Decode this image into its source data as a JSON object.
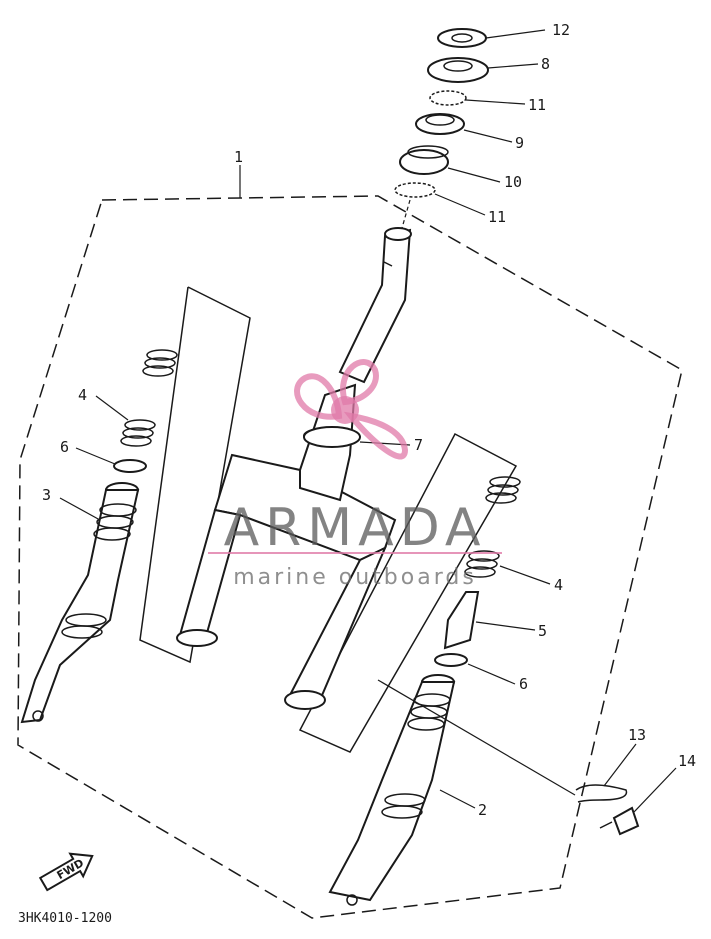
{
  "diagram": {
    "callouts": [
      {
        "id": "c12",
        "text": "12"
      },
      {
        "id": "c8",
        "text": "8"
      },
      {
        "id": "c11a",
        "text": "11"
      },
      {
        "id": "c9",
        "text": "9"
      },
      {
        "id": "c10",
        "text": "10"
      },
      {
        "id": "c11b",
        "text": "11"
      },
      {
        "id": "c1",
        "text": "1"
      },
      {
        "id": "c4a",
        "text": "4"
      },
      {
        "id": "c6a",
        "text": "6"
      },
      {
        "id": "c3",
        "text": "3"
      },
      {
        "id": "c7",
        "text": "7"
      },
      {
        "id": "c4b",
        "text": "4"
      },
      {
        "id": "c5",
        "text": "5"
      },
      {
        "id": "c6b",
        "text": "6"
      },
      {
        "id": "c13",
        "text": "13"
      },
      {
        "id": "c14",
        "text": "14"
      },
      {
        "id": "c2",
        "text": "2"
      }
    ],
    "fwd_label": "FWD",
    "diagram_code": "3HK4010-1200"
  },
  "watermark": {
    "brand": "ARMADA",
    "tagline": "marine outboards",
    "color": "#e07aa8"
  }
}
